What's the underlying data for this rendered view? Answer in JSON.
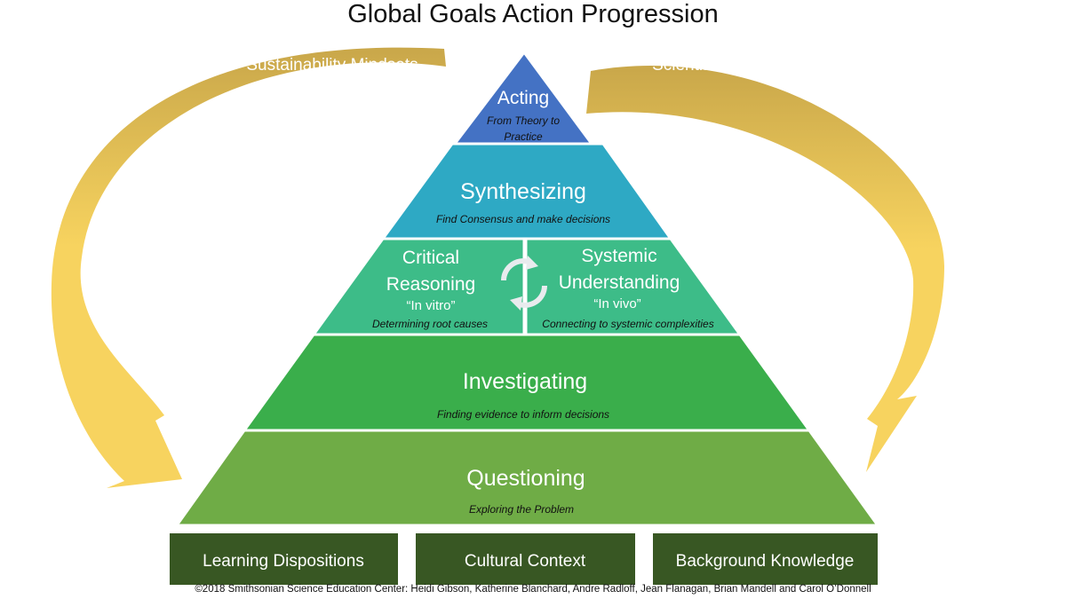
{
  "title": "Global Goals Action Progression",
  "arcs": {
    "left": {
      "label": "Sustainability Mindsets"
    },
    "right": {
      "label": "Scientific Literacy"
    }
  },
  "tiers": {
    "acting": {
      "name": "Acting",
      "subtitle_line1": "From Theory to",
      "subtitle_line2": "Practice"
    },
    "synthesizing": {
      "name": "Synthesizing",
      "subtitle": "Find Consensus and make decisions"
    },
    "critical": {
      "name_line1": "Critical",
      "name_line2": "Reasoning",
      "quote": "“In vitro”",
      "subtitle": "Determining root causes"
    },
    "systemic": {
      "name_line1": "Systemic",
      "name_line2": "Understanding",
      "quote": "“In vivo”",
      "subtitle": "Connecting to systemic complexities"
    },
    "investigating": {
      "name": "Investigating",
      "subtitle": "Finding evidence to inform decisions"
    },
    "questioning": {
      "name": "Questioning",
      "subtitle": "Exploring the Problem"
    }
  },
  "foundations": [
    {
      "label": "Learning Dispositions"
    },
    {
      "label": "Cultural Context"
    },
    {
      "label": "Background Knowledge"
    }
  ],
  "credit": "©2018 Smithsonian  Science Education Center: Heidi Gibson,  Katherine Blanchard, Andre Radloff, Jean Flanagan, Brian Mandell and Carol O’Donnell",
  "colors": {
    "acting": "#4472c4",
    "synthesizing": "#2ea9c4",
    "reasoning": "#3dbc88",
    "investigating": "#3aae4b",
    "questioning": "#6fac46",
    "foundation": "#385723",
    "arc_dark": "#c9a74a",
    "arc_light": "#f7d35f",
    "cycle_icon": "#e8ebee"
  }
}
